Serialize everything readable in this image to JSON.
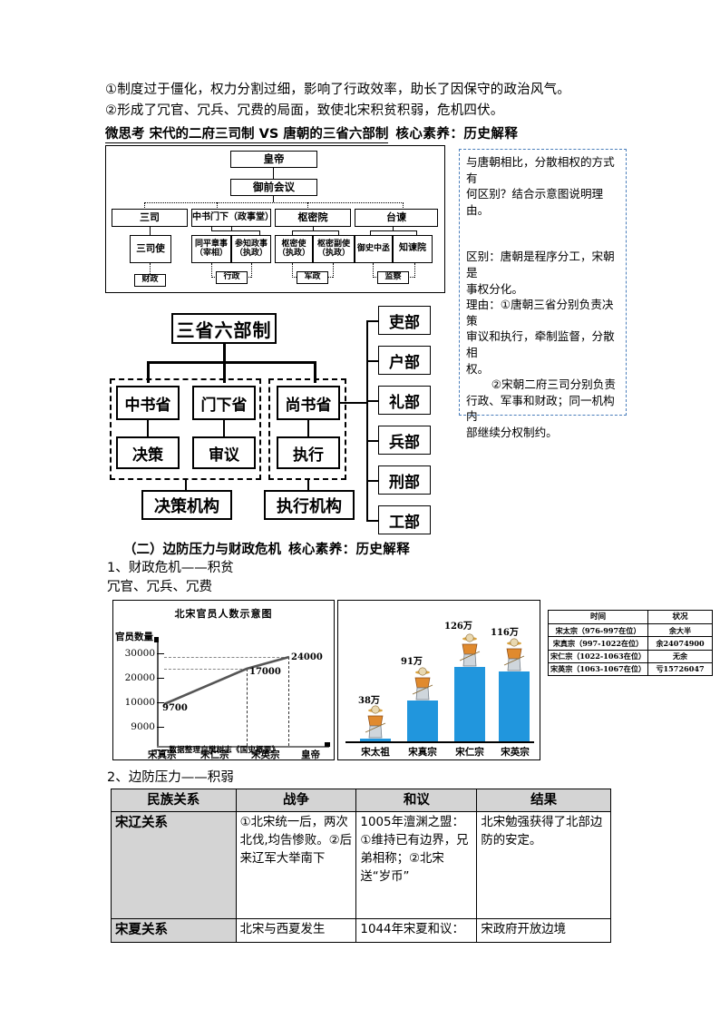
{
  "intro": {
    "line1": "①制度过于僵化，权力分割过细，影响了行政效率，助长了因保守的政治风气。",
    "line2": "②形成了冗官、冗兵、冗费的局面，致使北宋积贫积弱，危机四伏。"
  },
  "micro_think": {
    "label": "微思考",
    "topic": "宋代的二府三司制 VS 唐朝的三省六部制",
    "core_literacy": "核心素养：历史解释"
  },
  "diagram_song": {
    "emperor": "皇帝",
    "council": "御前会议",
    "level2": [
      "三司",
      "中书门下（政事堂）",
      "枢密院",
      "台谏"
    ],
    "level3": [
      "三司使",
      "同平章事\n（宰相）",
      "参知政事\n（执政）",
      "枢密使\n（执政）",
      "枢密副使\n（执政）",
      "御史中丞",
      "知谏院"
    ],
    "level4": [
      "财政",
      "行政",
      "军政",
      "监察"
    ]
  },
  "callout": {
    "question_l1": "与唐朝相比，分散相权的方式有",
    "question_l2": "何区别？结合示意图说明理由。",
    "answer_l1": "区别：唐朝是程序分工，宋朝是",
    "answer_l2": "事权分化。",
    "answer_l3": "理由：①唐朝三省分别负责决策",
    "answer_l4": "审议和执行，牵制监督，分散相",
    "answer_l5": "权。",
    "answer_l6": "②宋朝二府三司分别负责",
    "answer_l7": "行政、军事和财政；同一机构内",
    "answer_l8": "部继续分权制约。",
    "border_color": "#4a7ebb"
  },
  "diagram_tang": {
    "title": "三省六部制",
    "provinces": [
      "中书省",
      "门下省",
      "尚书省"
    ],
    "functions": [
      "决策",
      "审议",
      "执行"
    ],
    "organs": [
      "决策机构",
      "执行机构"
    ],
    "six_ministries": [
      "吏部",
      "户部",
      "礼部",
      "兵部",
      "刑部",
      "工部"
    ]
  },
  "section2": {
    "heading": "（二）边防压力与财政危机",
    "core_literacy": "核心素养：历史解释",
    "sub1": "1、财政危机——积贫",
    "sub1_note": "冗官、冗兵、冗费",
    "sub2": "2、边防压力——积弱"
  },
  "chart_data": [
    {
      "type": "line",
      "title": "北宋官员人数示意图",
      "ylabel": "官员数量",
      "xlabel": "皇帝",
      "categories": [
        "宋真宗",
        "宋仁宗",
        "宋英宗"
      ],
      "values": [
        9700,
        17000,
        24000
      ],
      "point_labels": [
        "9700",
        "17000",
        "24000"
      ],
      "ytick_labels": [
        "30000",
        "20000",
        "10000",
        "9000"
      ],
      "ylim": [
        0,
        32000
      ],
      "grid": "dashed-guides",
      "source": "——数据整理自樊树志《国史概要》"
    },
    {
      "type": "bar",
      "title": "",
      "categories": [
        "宋太祖",
        "宋真宗",
        "宋仁宗",
        "宋英宗"
      ],
      "values": [
        38,
        91,
        126,
        116
      ],
      "value_labels": [
        "38万",
        "91万",
        "126万",
        "116万"
      ],
      "unit": "万",
      "bar_color": "#2196dd",
      "ylim": [
        0,
        140
      ]
    }
  ],
  "fiscal_table": {
    "headers": [
      "时间",
      "状况"
    ],
    "rows": [
      [
        "宋太宗（976-997在位）",
        "余大半"
      ],
      [
        "宋真宗（997-1022在位）",
        "余24074900"
      ],
      [
        "宋仁宗（1022-1063在位）",
        "无余"
      ],
      [
        "宋英宗（1063-1067在位）",
        "亏15726047"
      ]
    ]
  },
  "relations_table": {
    "headers": [
      "民族关系",
      "战争",
      "和议",
      "结果"
    ],
    "rows": [
      {
        "relation": "宋辽关系",
        "war": "①北宋统一后，两次北伐,均告惨败。②后来辽军大举南下",
        "treaty": "1005年澶渊之盟：①维持已有边界，兄弟相称；②北宋送“岁币”",
        "result": "北宋勉强获得了北部边防的安定。"
      },
      {
        "relation": "宋夏关系",
        "war": "北宋与西夏发生",
        "treaty": "1044年宋夏和议：",
        "result": "宋政府开放边境"
      }
    ]
  }
}
